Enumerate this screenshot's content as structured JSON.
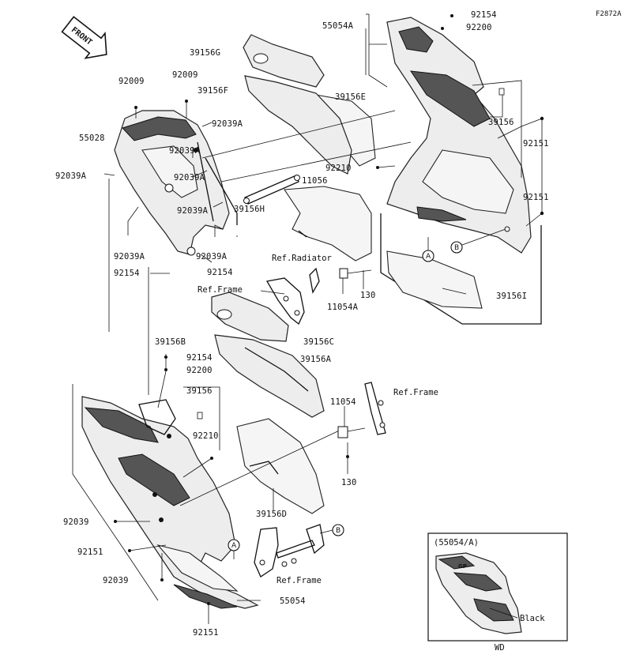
{
  "figure_code": "F2872A",
  "front_badge": "FRONT",
  "callouts": {
    "a": "A",
    "b": "B"
  },
  "labels": {
    "l55054A": "55054A",
    "l92154_top": "92154",
    "l92200_top": "92200",
    "l39156G": "39156G",
    "l39156F": "39156F",
    "l39156E": "39156E",
    "l39156_r": "39156",
    "l92151_r1": "92151",
    "l92151_r2": "92151",
    "l92009_a": "92009",
    "l92009_b": "92009",
    "l92039A_1": "92039A",
    "l55028": "55028",
    "l92039A_2": "92039A",
    "l92039A_3": "92039A",
    "l92039A_4": "92039A",
    "l92039A_5": "92039A",
    "l92039A_6": "92039A",
    "l92210_top": "92210",
    "l11056": "11056",
    "l39156H": "39156H",
    "l92154_mid": "92154",
    "l92154_left": "92154",
    "lref_radiator": "Ref.Radiator",
    "lref_frame_1": "Ref.Frame",
    "l130_top": "130",
    "l11054A": "11054A",
    "l39156I": "39156I",
    "l39156B": "39156B",
    "l39156C": "39156C",
    "l39156A": "39156A",
    "l92154_low": "92154",
    "l92200_low": "92200",
    "l39156_low": "39156",
    "l92210_low": "92210",
    "l11054": "11054",
    "lref_frame_2": "Ref.Frame",
    "l130_low": "130",
    "l39156D": "39156D",
    "l92039_1": "92039",
    "l92151_low1": "92151",
    "l92039_2": "92039",
    "lref_frame_3": "Ref.Frame",
    "l55054": "55054",
    "l92151_low2": "92151"
  },
  "inset": {
    "title": "(55054/A)",
    "color_label": "Black",
    "variant": "WD"
  },
  "colors": {
    "ink": "#111111",
    "panel_fill": "#ededed",
    "dark_fill": "#555555"
  }
}
